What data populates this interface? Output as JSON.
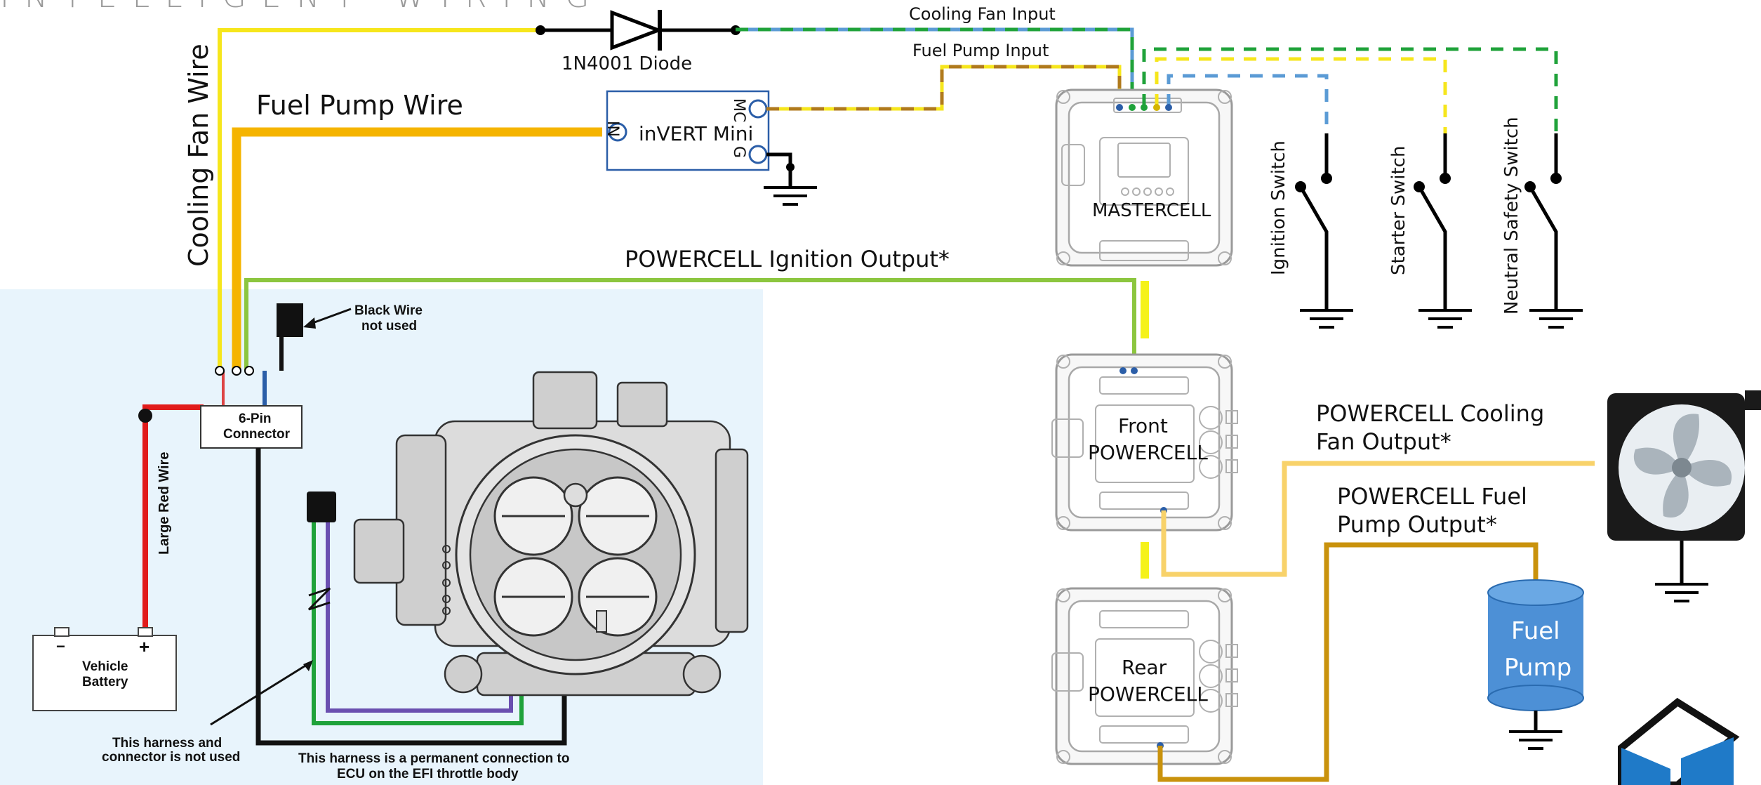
{
  "header": {
    "title": "INTELLIGENT WIRING"
  },
  "labels": {
    "cooling_fan_input": "Cooling Fan Input",
    "fuel_pump_input": "Fuel Pump Input",
    "diode": "1N4001 Diode",
    "cooling_fan_wire": "Cooling Fan Wire",
    "fuel_pump_wire": "Fuel Pump Wire",
    "invert_mini": "inVERT Mini",
    "pin_in": "IN",
    "pin_mc": "MC",
    "pin_g": "G",
    "mastercell": "MASTERCELL",
    "ignition_output": "POWERCELL Ignition Output*",
    "ignition_switch": "Ignition Switch",
    "starter_switch": "Starter Switch",
    "neutral_switch": "Neutral Safety Switch",
    "black_wire_1": "Black Wire",
    "black_wire_2": "not used",
    "connector_1": "6-Pin",
    "connector_2": "Connector",
    "large_red_wire": "Large Red Wire",
    "battery_1": "Vehicle",
    "battery_2": "Battery",
    "harness_unused_1": "This harness and",
    "harness_unused_2": "connector is not used",
    "harness_perm_1": "This harness is a permanent connection to",
    "harness_perm_2": "ECU on the EFI throttle body",
    "front_1": "Front",
    "front_2": "POWERCELL",
    "rear_1": "Rear",
    "rear_2": "POWERCELL",
    "fan_output_1": "POWERCELL Cooling",
    "fan_output_2": "Fan Output*",
    "pump_output_1": "POWERCELL Fuel",
    "pump_output_2": "Pump Output*",
    "fuel_pump_1": "Fuel",
    "fuel_pump_2": "Pump",
    "battery_minus": "−",
    "battery_plus": "+"
  },
  "colors": {
    "yellow": "#f6e61c",
    "orange": "#f5b400",
    "green_ignition": "#8cc63f",
    "dash_blue": "#5b9bd5",
    "dash_green": "#1fa23a",
    "dash_brown": "#b07a1c",
    "fan_output": "#f8d26a",
    "pump_output": "#c9920c",
    "red": "#e11b1b",
    "panel_bg": "#e8f4fc",
    "fuel_pump_fill": "#4d90d6"
  }
}
